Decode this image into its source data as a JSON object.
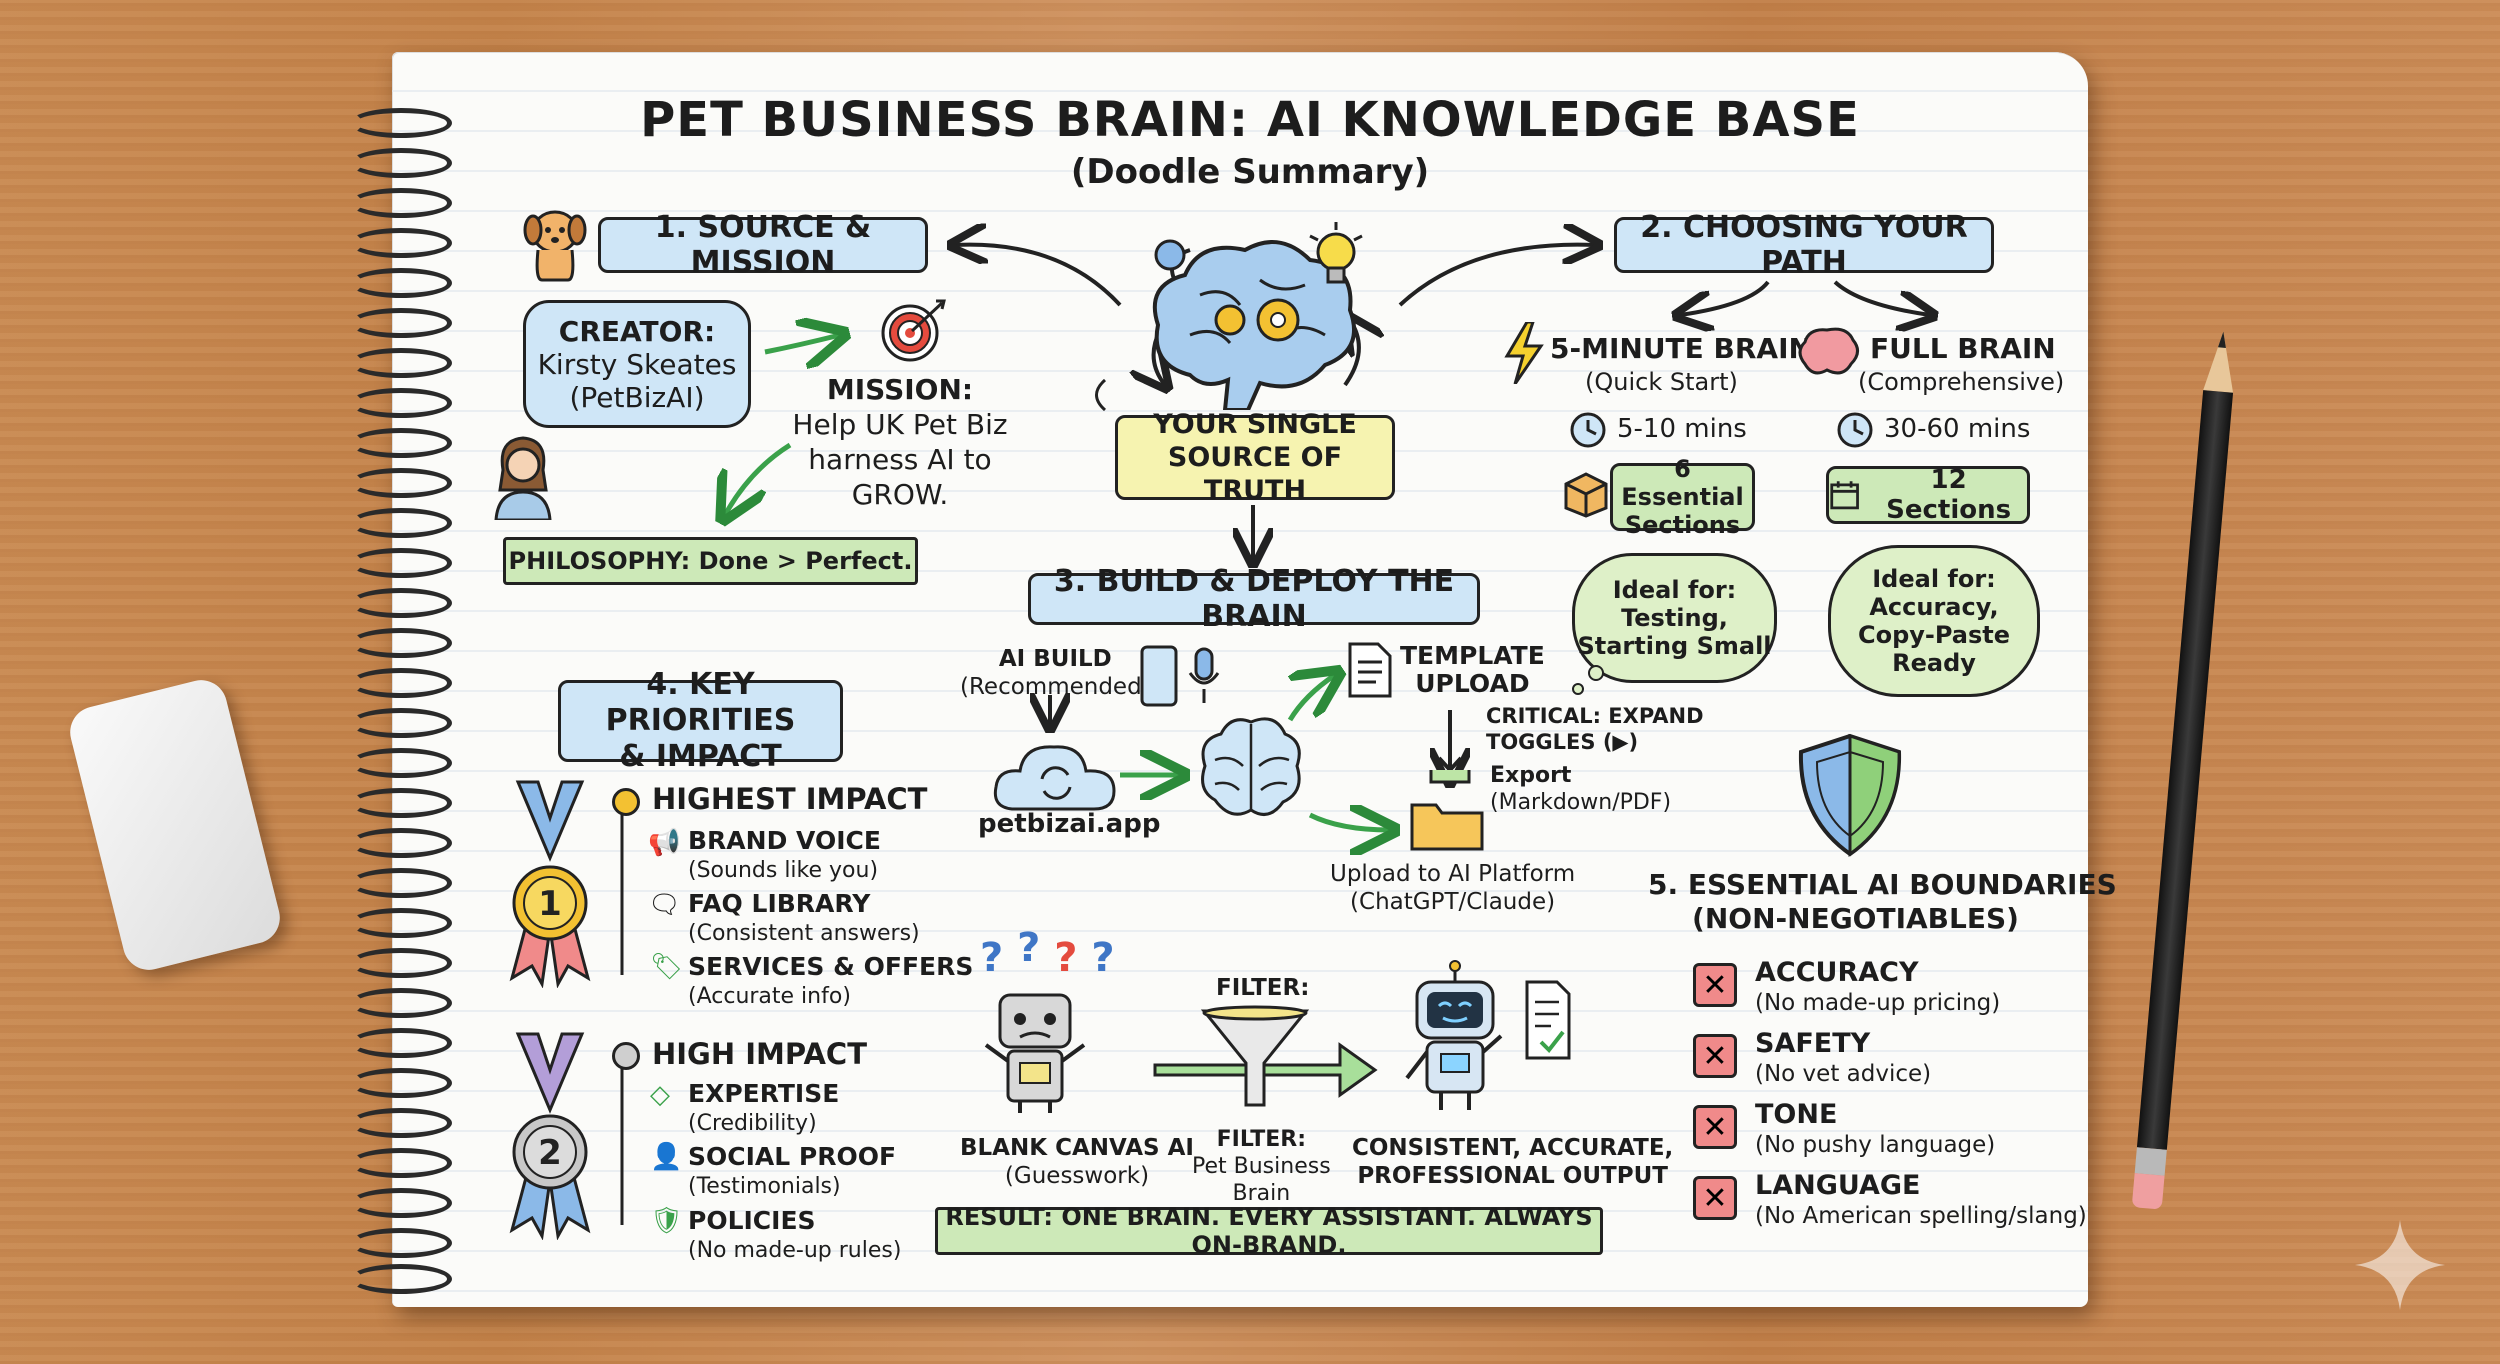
{
  "title": "PET BUSINESS BRAIN: AI KNOWLEDGE BASE",
  "subtitle": "(Doodle Summary)",
  "section1": {
    "heading": "1. SOURCE & MISSION",
    "creator": [
      "CREATOR:",
      "Kirsty Skeates",
      "(PetBizAI)"
    ],
    "mission": [
      "MISSION:",
      "Help UK Pet Biz",
      "harness AI to",
      "GROW."
    ],
    "philosophy": "PHILOSOPHY: Done > Perfect."
  },
  "center": {
    "source_of_truth": [
      "YOUR SINGLE",
      "SOURCE OF TRUTH"
    ]
  },
  "section2": {
    "heading": "2. CHOOSING YOUR PATH",
    "quick": {
      "title": "5-MINUTE BRAIN",
      "sub": "(Quick Start)",
      "time": "5-10 mins",
      "sections": [
        "6 Essential",
        "Sections"
      ],
      "ideal": [
        "Ideal for:",
        "Testing,",
        "Starting Small"
      ]
    },
    "full": {
      "title": "FULL BRAIN",
      "sub": "(Comprehensive)",
      "time": "30-60 mins",
      "sections": "12 Sections",
      "ideal": [
        "Ideal for:",
        "Accuracy,",
        "Copy-Paste",
        "Ready"
      ]
    }
  },
  "section3": {
    "heading": "3. BUILD & DEPLOY THE BRAIN",
    "ai_build": [
      "AI BUILD",
      "(Recommended)"
    ],
    "app": "petbizai.app",
    "template": [
      "TEMPLATE",
      "UPLOAD"
    ],
    "critical": [
      "CRITICAL: EXPAND",
      "TOGGLES (▶)"
    ],
    "export": [
      "Export",
      "(Markdown/PDF)"
    ],
    "upload": [
      "Upload to AI Platform",
      "(ChatGPT/Claude)"
    ]
  },
  "section4": {
    "heading": [
      "4. KEY PRIORITIES",
      "& IMPACT"
    ],
    "highest": "HIGHEST IMPACT",
    "highest_items": [
      {
        "label": "BRAND VOICE",
        "sub": "(Sounds like you)"
      },
      {
        "label": "FAQ LIBRARY",
        "sub": "(Consistent answers)"
      },
      {
        "label": "SERVICES & OFFERS",
        "sub": "(Accurate info)"
      }
    ],
    "high": "HIGH IMPACT",
    "high_items": [
      {
        "label": "EXPERTISE",
        "sub": "(Credibility)"
      },
      {
        "label": "SOCIAL PROOF",
        "sub": "(Testimonials)"
      },
      {
        "label": "POLICIES",
        "sub": "(No made-up rules)"
      }
    ],
    "medal1": "1",
    "medal2": "2"
  },
  "filter_flow": {
    "blank": [
      "BLANK CANVAS AI",
      "(Guesswork)"
    ],
    "filter_top": "FILTER:",
    "filter_bottom": [
      "FILTER:",
      "Pet Business",
      "Brain"
    ],
    "output": [
      "CONSISTENT, ACCURATE,",
      "PROFESSIONAL OUTPUT"
    ],
    "qmarks": [
      "?",
      "?",
      "?",
      "?"
    ]
  },
  "result": "RESULT: ONE BRAIN. EVERY ASSISTANT. ALWAYS ON-BRAND.",
  "section5": {
    "heading": [
      "5. ESSENTIAL AI BOUNDARIES",
      "(NON-NEGOTIABLES)"
    ],
    "items": [
      {
        "label": "ACCURACY",
        "sub": "(No made-up pricing)"
      },
      {
        "label": "SAFETY",
        "sub": "(No vet advice)"
      },
      {
        "label": "TONE",
        "sub": "(No pushy language)"
      },
      {
        "label": "LANGUAGE",
        "sub": "(No American spelling/slang)"
      }
    ]
  },
  "colors": {
    "label_blue": "#cfe6f7",
    "label_yellow": "#f6f3b0",
    "label_green": "#cde9b8",
    "ink": "#1d1d1d",
    "wood": "#c98a52"
  }
}
